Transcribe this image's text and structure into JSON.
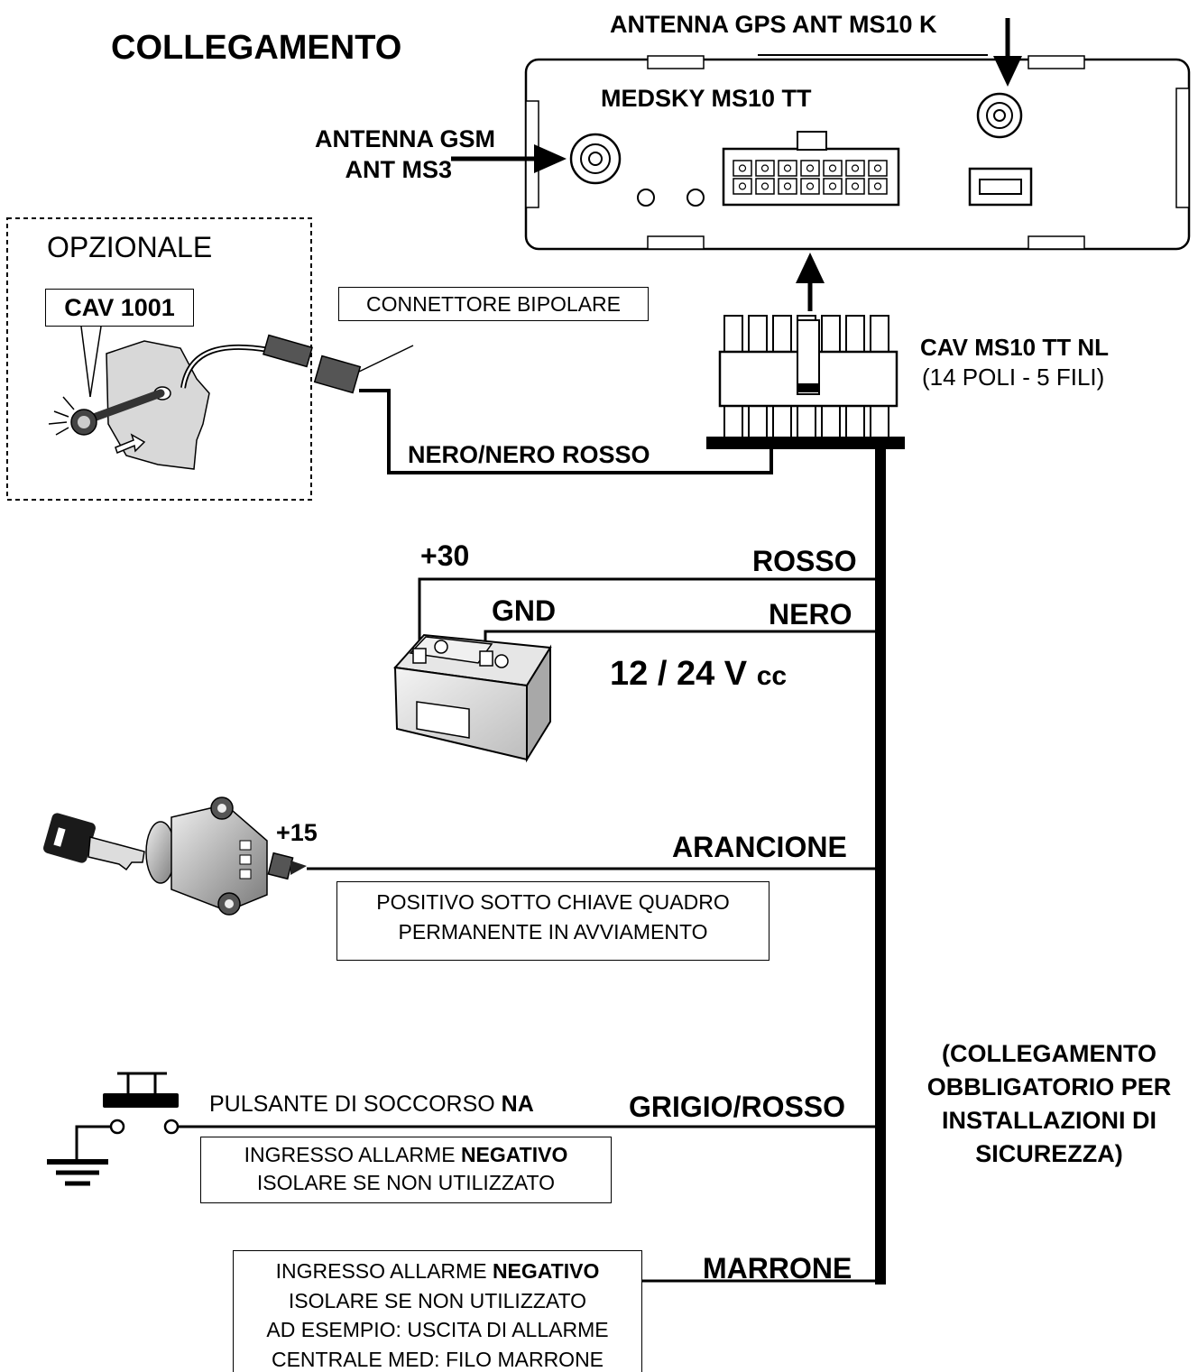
{
  "title": "COLLEGAMENTO",
  "device": {
    "name": "MEDSKY MS10 TT",
    "gps_antenna": "ANTENNA GPS ANT MS10 K",
    "gsm_antenna_line1": "ANTENNA GSM",
    "gsm_antenna_line2": "ANT MS3"
  },
  "optional": {
    "title": "OPZIONALE",
    "part": "CAV 1001",
    "connector": "CONNETTORE BIPOLARE",
    "wire": "NERO/NERO ROSSO"
  },
  "harness": {
    "name": "CAV MS10 TT NL",
    "spec": "(14 POLI - 5 FILI)"
  },
  "battery": {
    "positive": "+30",
    "ground": "GND",
    "voltage": "12 / 24 V",
    "voltage_unit": "cc",
    "wire_red": "ROSSO",
    "wire_black": "NERO"
  },
  "ignition": {
    "terminal": "+15",
    "wire": "ARANCIONE",
    "note_line1": "POSITIVO SOTTO CHIAVE QUADRO",
    "note_line2": "PERMANENTE IN AVVIAMENTO"
  },
  "panic": {
    "label_prefix": "PULSANTE DI SOCCORSO ",
    "label_bold": "NA",
    "wire": "GRIGIO/ROSSO",
    "note_prefix": "INGRESSO ALLARME ",
    "note_bold": "NEGATIVO",
    "note_line2": "ISOLARE SE NON UTILIZZATO"
  },
  "mandatory_note": {
    "line1": "(COLLEGAMENTO",
    "line2": "OBBLIGATORIO PER",
    "line3": "INSTALLAZIONI DI",
    "line4": "SICUREZZA)"
  },
  "alarm": {
    "wire": "MARRONE",
    "note_prefix": "INGRESSO ALLARME ",
    "note_bold": "NEGATIVO",
    "note_line2": "ISOLARE SE NON UTILIZZATO",
    "note_line3": "AD ESEMPIO: USCITA DI ALLARME",
    "note_line4": "CENTRALE MED: FILO MARRONE"
  }
}
